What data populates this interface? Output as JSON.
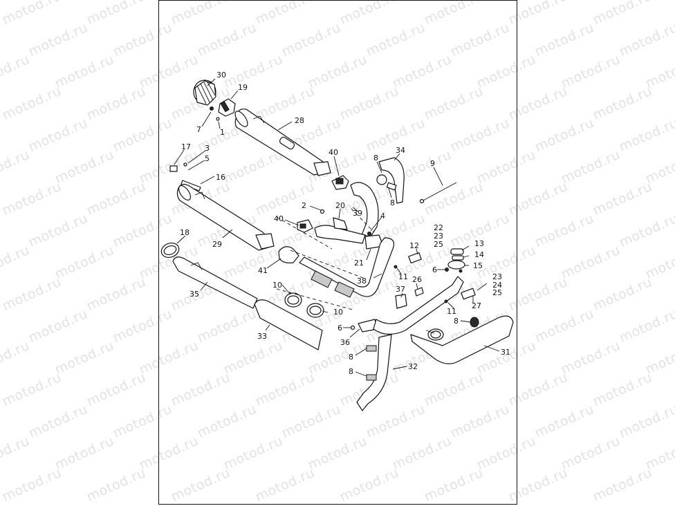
{
  "watermark": "motod.ru",
  "callouts": [
    "30",
    "19",
    "7",
    "1",
    "28",
    "17",
    "3",
    "5",
    "16",
    "40",
    "34",
    "8",
    "9",
    "8",
    "2",
    "20",
    "39",
    "40",
    "4",
    "18",
    "29",
    "41",
    "22",
    "23",
    "25",
    "12",
    "13",
    "14",
    "6",
    "15",
    "21",
    "38",
    "11",
    "10",
    "35",
    "26",
    "37",
    "23",
    "24",
    "25",
    "11",
    "27",
    "10",
    "6",
    "8",
    "33",
    "36",
    "8",
    "8",
    "32",
    "31"
  ]
}
